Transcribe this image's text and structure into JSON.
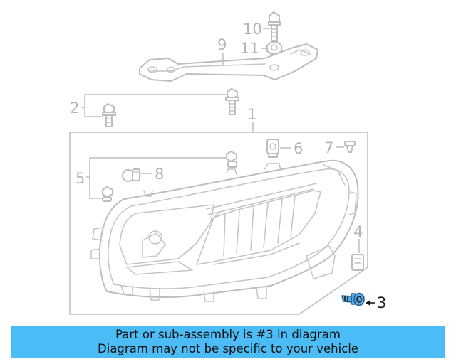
{
  "callouts": {
    "c1": "1",
    "c2": "2",
    "c3": "3",
    "c4": "4",
    "c5": "5",
    "c6": "6",
    "c7": "7",
    "c8": "8",
    "c9": "9",
    "c10": "10",
    "c11": "11"
  },
  "highlighted_part": "3",
  "banner": {
    "line1": "Part or sub-assembly is #3 in diagram",
    "line2": "Diagram may not be specific to your vehicle"
  },
  "colors": {
    "banner_background": "#4bbcf5",
    "highlight_part": "#5aa9e6",
    "line_art": "#bdbdbd"
  }
}
